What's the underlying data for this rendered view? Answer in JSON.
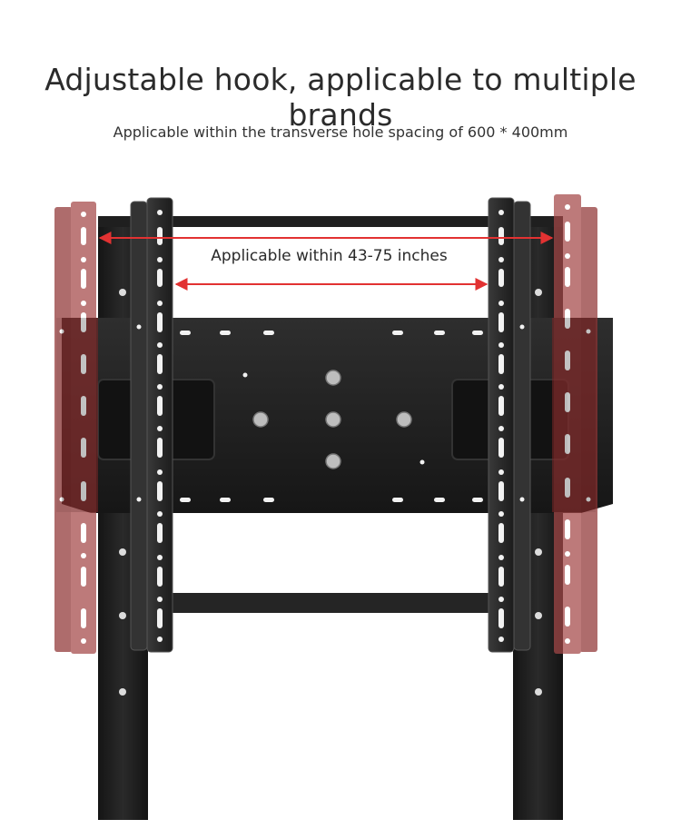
{
  "header": {
    "title": "Adjustable hook, applicable to multiple brands",
    "subtitle": "Applicable within the transverse hole spacing of 600 * 400mm"
  },
  "illustration": {
    "range_label": "Applicable within 43-75 inches",
    "colors": {
      "frame": "#1e1e1e",
      "plate": "#232323",
      "hook_black": "#2c2c2c",
      "hook_red": "#a44848",
      "arrow": "#e23232"
    }
  }
}
